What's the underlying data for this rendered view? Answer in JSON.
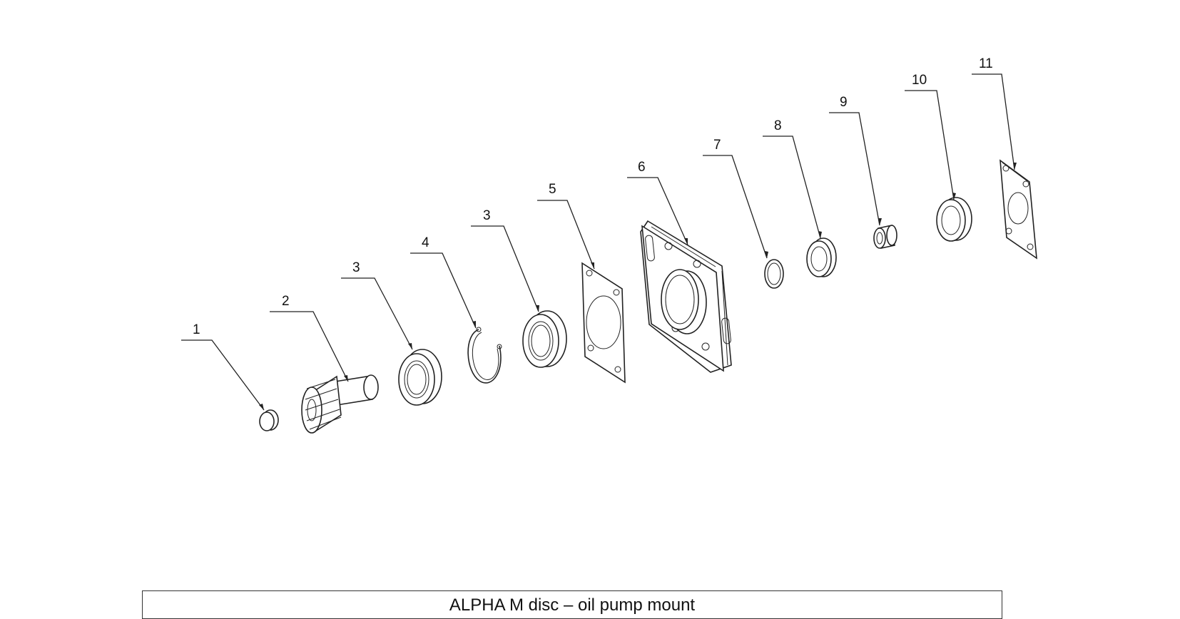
{
  "title": "ALPHA M disc – oil pump mount",
  "callouts": [
    {
      "id": "c1",
      "label": "1"
    },
    {
      "id": "c2",
      "label": "2"
    },
    {
      "id": "c3a",
      "label": "3"
    },
    {
      "id": "c4",
      "label": "4"
    },
    {
      "id": "c3b",
      "label": "3"
    },
    {
      "id": "c5",
      "label": "5"
    },
    {
      "id": "c6",
      "label": "6"
    },
    {
      "id": "c7",
      "label": "7"
    },
    {
      "id": "c8",
      "label": "8"
    },
    {
      "id": "c9",
      "label": "9"
    },
    {
      "id": "c10",
      "label": "10"
    },
    {
      "id": "c11",
      "label": "11"
    }
  ],
  "colors": {
    "line": "#222222",
    "background": "#ffffff"
  }
}
